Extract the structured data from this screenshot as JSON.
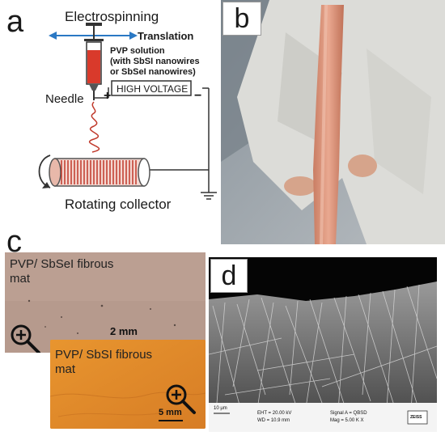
{
  "panel_a": {
    "letter": "a",
    "title": "Electrospinning",
    "translation_label": "Translation",
    "solution_line1": "PVP solution",
    "solution_line2": "(with SbSI nanowires",
    "solution_line3": "or SbSeI nanowires)",
    "needle_label": "Needle",
    "voltage_label": "HIGH VOLTAGE",
    "plus_sign": "+",
    "minus_sign": "−",
    "collector_label": "Rotating collector",
    "colors": {
      "arrow": "#2a78c4",
      "fiber": "#c0392b",
      "solution": "#d93a2b"
    }
  },
  "panel_b": {
    "letter": "b",
    "colors": {
      "mat": "#d9957a",
      "background": "#9aa3a8",
      "coat": "#dcdcd8"
    }
  },
  "panel_c": {
    "letter": "c",
    "mat1_label_line1": "PVP/ SbSeI fibrous",
    "mat1_label_line2": "mat",
    "mat1_scale": "2 mm",
    "mat2_label_line1": "PVP/ SbSI fibrous",
    "mat2_label_line2": "mat",
    "mat2_scale": "5 mm",
    "icons": [
      "zoom-in-icon",
      "zoom-in-icon"
    ],
    "colors": {
      "mat1": "#b89b8e",
      "mat2": "#e08a2e"
    }
  },
  "panel_d": {
    "letter": "d",
    "sem_info": {
      "scale": "10 μm",
      "eht": "EHT = 20.00 kV",
      "wd": "WD = 10.9 mm",
      "signal": "Signal A = QBSD",
      "mag": "Mag = 5.00 K X",
      "brand": "ZEISS"
    }
  }
}
